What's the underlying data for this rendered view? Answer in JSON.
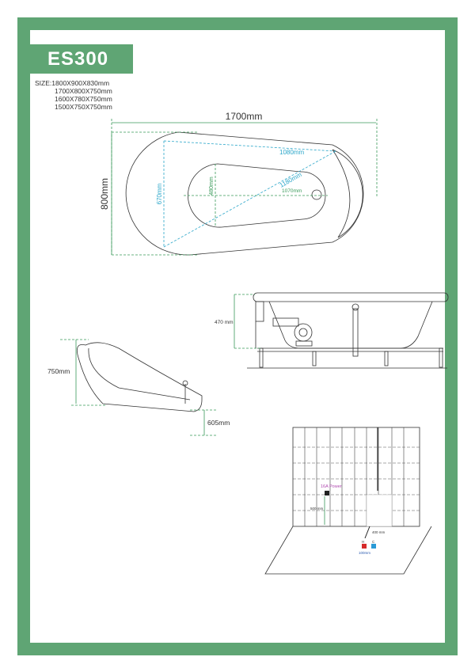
{
  "model": "ES300",
  "size_label": "SIZE:",
  "sizes": [
    "1800X900X830mm",
    "1700X800X750mm",
    "1600X780X750mm",
    "1500X750X750mm"
  ],
  "top_view": {
    "length": "1700mm",
    "width": "800mm",
    "inner_top": "1080mm",
    "diagonal": "1180mm",
    "inner_height": "670mm",
    "basin_width": "480mm",
    "basin_length": "1070mm"
  },
  "side_view": {
    "height": "470 mm"
  },
  "perspective_view": {
    "height": "750mm",
    "end_height": "605mm"
  },
  "installation": {
    "power_label": "16A Power",
    "power_height": "500 mm",
    "drain_distance": "400 mm",
    "hot_label": "H",
    "cold_label": "C",
    "tap_spacing": "100mm"
  },
  "colors": {
    "frame": "#5fa574",
    "dimension_green": "#3a9a5a",
    "dimension_blue": "#2aa6c9",
    "hot": "#d62a2a",
    "cold": "#2a9ad6"
  }
}
